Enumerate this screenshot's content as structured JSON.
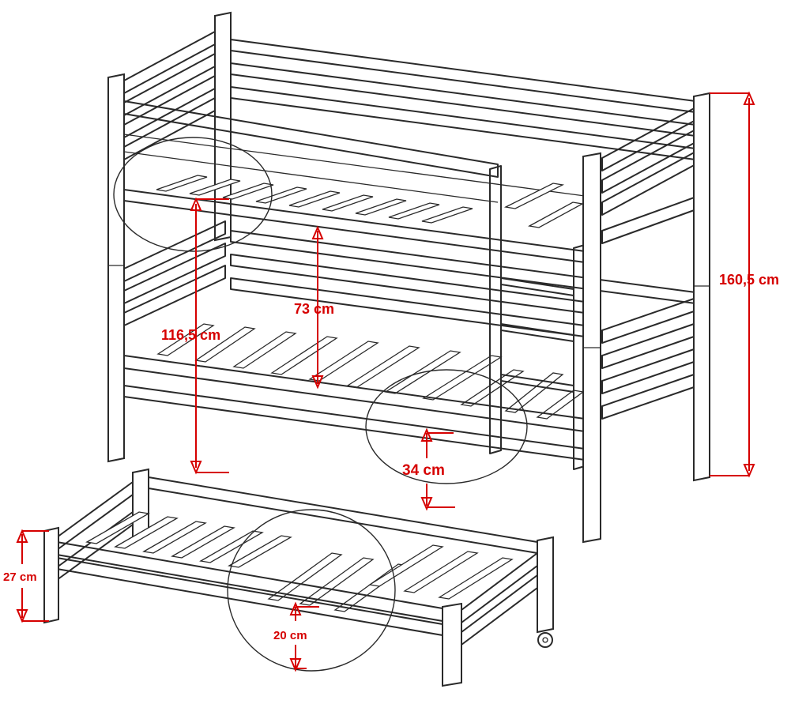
{
  "dimensions": {
    "total_height": "160,5 cm",
    "upper_bed_height": "116,5 cm",
    "clearance_between_beds": "73 cm",
    "lower_bed_height": "34 cm",
    "trundle_height": "27 cm",
    "trundle_mattress_height": "20 cm"
  },
  "colors": {
    "line": "#2a2a2a",
    "dimension": "#d60000",
    "background": "#ffffff"
  }
}
